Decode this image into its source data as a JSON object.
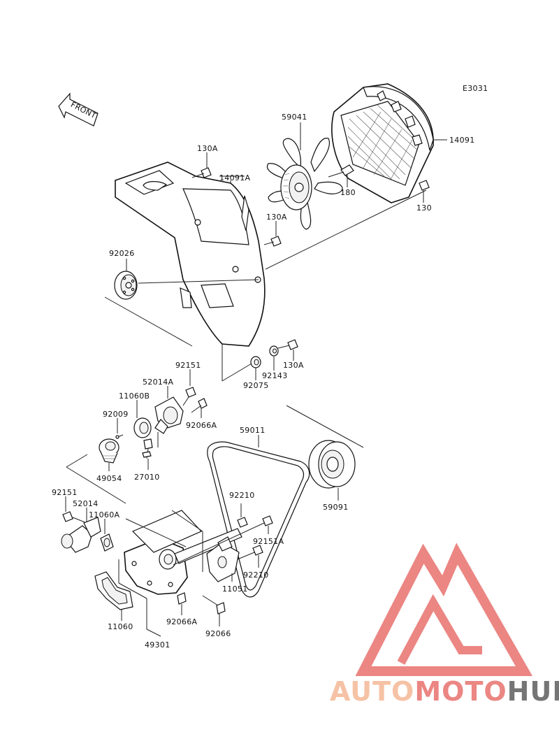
{
  "diagram_code": "E3031",
  "front_label": "FRONT",
  "watermark": {
    "text_part1": "AUTO",
    "text_part2": "MOTO",
    "text_part3": "HUB",
    "color_light": "#f5b896",
    "color_dark": "#e8726e",
    "color_gray": "#5e5e5e"
  },
  "parts": {
    "p14091": "14091",
    "p59041": "59041",
    "p180": "180",
    "p130": "130",
    "p130A_top": "130A",
    "p14091A": "14091A",
    "p130A_mid": "130A",
    "p92026": "92026",
    "p130A_low": "130A",
    "p92143": "92143",
    "p92075": "92075",
    "p92151_top": "92151",
    "p52014A": "52014A",
    "p11060B": "11060B",
    "p92009": "92009",
    "p92066A_top": "92066A",
    "p59011": "59011",
    "p49054": "49054",
    "p27010": "27010",
    "p59091": "59091",
    "p92151_low": "92151",
    "p52014": "52014",
    "p11060A": "11060A",
    "p92210_top": "92210",
    "p92151A": "92151A",
    "p92210_low": "92210",
    "p11051": "11051",
    "p11060": "11060",
    "p92066A_low": "92066A",
    "p49301": "49301",
    "p92066": "92066"
  }
}
